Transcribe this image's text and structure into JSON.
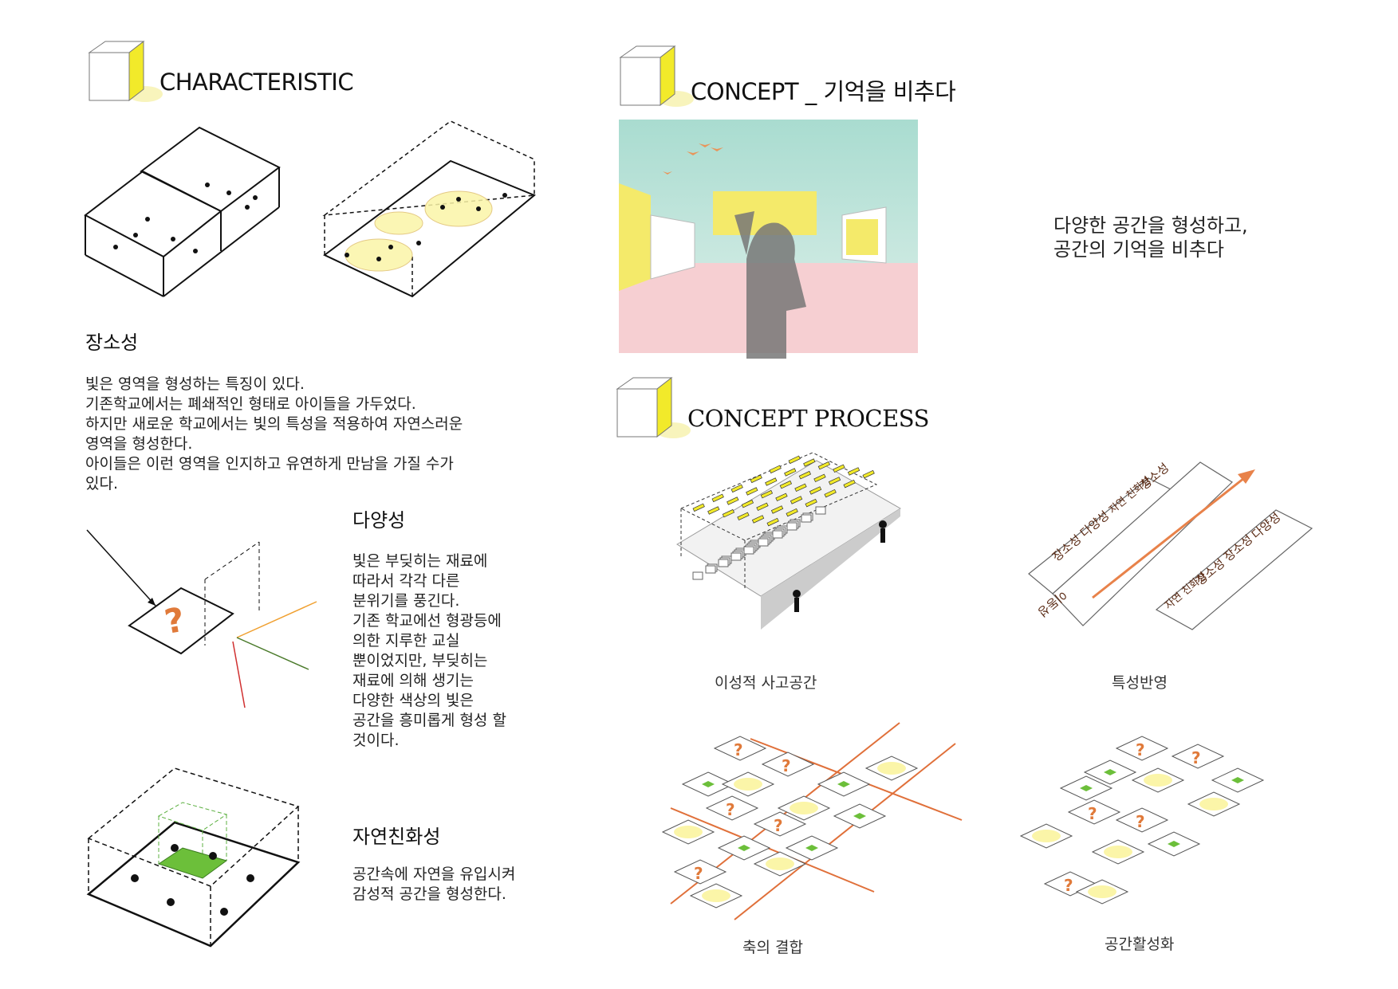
{
  "sections": {
    "characteristic": {
      "title": "CHARACTERISTIC"
    },
    "concept": {
      "title": "CONCEPT _ 기억을 비추다",
      "description": [
        "다양한 공간을 형성하고,",
        "공간의 기억을 비추다"
      ]
    },
    "process": {
      "title": "CONCEPT PROCESS"
    }
  },
  "characteristics": [
    {
      "title": "장소성",
      "lines": [
        "빛은 영역을 형성하는 특징이 있다.",
        "기존학교에서는 폐쇄적인 형태로 아이들을 가두었다.",
        "하지만 새로운 학교에서는 빛의 특성을 적용하여 자연스러운",
        "영역을 형성한다.",
        "아이들은 이런 영역을 인지하고 유연하게 만남을 가질 수가",
        "있다."
      ]
    },
    {
      "title": "다양성",
      "lines": [
        "빛은 부딪히는 재료에",
        "따라서 각각 다른",
        "분위기를 풍긴다.",
        "기존 학교에선 형광등에",
        "의한 지루한 교실",
        "뿐이었지만, 부딪히는",
        "재료에 의해 생기는",
        "다양한 색상의 빛은",
        "공간을 흥미롭게 형성 할",
        "것이다."
      ]
    },
    {
      "title": "자연친화성",
      "lines": [
        "공간속에 자연을 유입시켜",
        "감성적 공간을 형성한다."
      ]
    }
  ],
  "process_steps": [
    {
      "caption": "이성적 사고공간"
    },
    {
      "caption": "특성반영",
      "labels": {
        "axis": "이동성",
        "left": [
          "장소성",
          "다양성",
          "자연 친화성",
          "장소성"
        ],
        "right": [
          "자연 친화성",
          "장소성",
          "장소성",
          "다양성"
        ]
      }
    },
    {
      "caption": "축의 결합"
    },
    {
      "caption": "공간활성화"
    }
  ],
  "colors": {
    "accent_yellow": "#f2ea2a",
    "arrow_orange": "#e8824a",
    "green": "#6cbf3a",
    "label_brown": "#5a2a14"
  }
}
